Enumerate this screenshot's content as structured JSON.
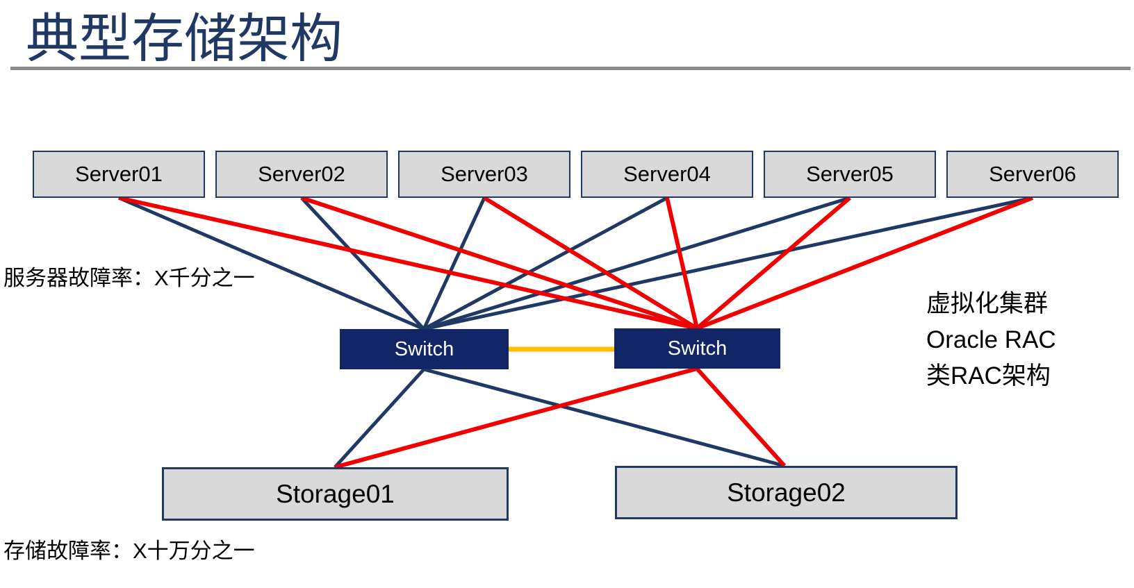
{
  "title": "典型存储架构",
  "notes": {
    "server_failure_rate": "服务器故障率：X千分之一",
    "storage_failure_rate": "存储故障率：X十万分之一"
  },
  "annotation": {
    "line1": "虚拟化集群",
    "line2": "Oracle RAC",
    "line3": "类RAC架构"
  },
  "servers": [
    {
      "label": "Server01"
    },
    {
      "label": "Server02"
    },
    {
      "label": "Server03"
    },
    {
      "label": "Server04"
    },
    {
      "label": "Server05"
    },
    {
      "label": "Server06"
    }
  ],
  "switches": [
    {
      "label": "Switch"
    },
    {
      "label": "Switch"
    }
  ],
  "storages": [
    {
      "label": "Storage01"
    },
    {
      "label": "Storage02"
    }
  ],
  "colors": {
    "navy": "#1f3864",
    "red": "#f20000",
    "yellow": "#ffc000",
    "title": "#1f3864",
    "box_fill": "#d9d9d9",
    "box_border": "#1f3864",
    "switch_fill": "#122566",
    "rule_gray": "#8c8c8c"
  },
  "diagram": {
    "edges": [
      {
        "from": "server01-bottom",
        "to": "switch01-top",
        "color": "navy"
      },
      {
        "from": "server02-bottom",
        "to": "switch01-top",
        "color": "navy"
      },
      {
        "from": "server03-bottom",
        "to": "switch01-top",
        "color": "navy"
      },
      {
        "from": "server04-bottom",
        "to": "switch01-top",
        "color": "navy"
      },
      {
        "from": "server05-bottom",
        "to": "switch01-top",
        "color": "navy"
      },
      {
        "from": "server06-bottom",
        "to": "switch01-top",
        "color": "navy"
      },
      {
        "from": "switch01-bottom",
        "to": "storage01-top",
        "color": "navy"
      },
      {
        "from": "switch01-bottom",
        "to": "storage02-top",
        "color": "navy"
      },
      {
        "from": "server01-bottom",
        "to": "switch02-top",
        "color": "red"
      },
      {
        "from": "server02-bottom",
        "to": "switch02-top",
        "color": "red"
      },
      {
        "from": "server03-bottom",
        "to": "switch02-top",
        "color": "red"
      },
      {
        "from": "server04-bottom",
        "to": "switch02-top",
        "color": "red"
      },
      {
        "from": "server05-bottom",
        "to": "switch02-top",
        "color": "red"
      },
      {
        "from": "server06-bottom",
        "to": "switch02-top",
        "color": "red"
      },
      {
        "from": "switch02-bottom",
        "to": "storage01-top",
        "color": "red"
      },
      {
        "from": "switch02-bottom",
        "to": "storage02-top",
        "color": "red"
      },
      {
        "from": "switch01-right",
        "to": "switch02-left",
        "color": "yellow"
      }
    ]
  }
}
